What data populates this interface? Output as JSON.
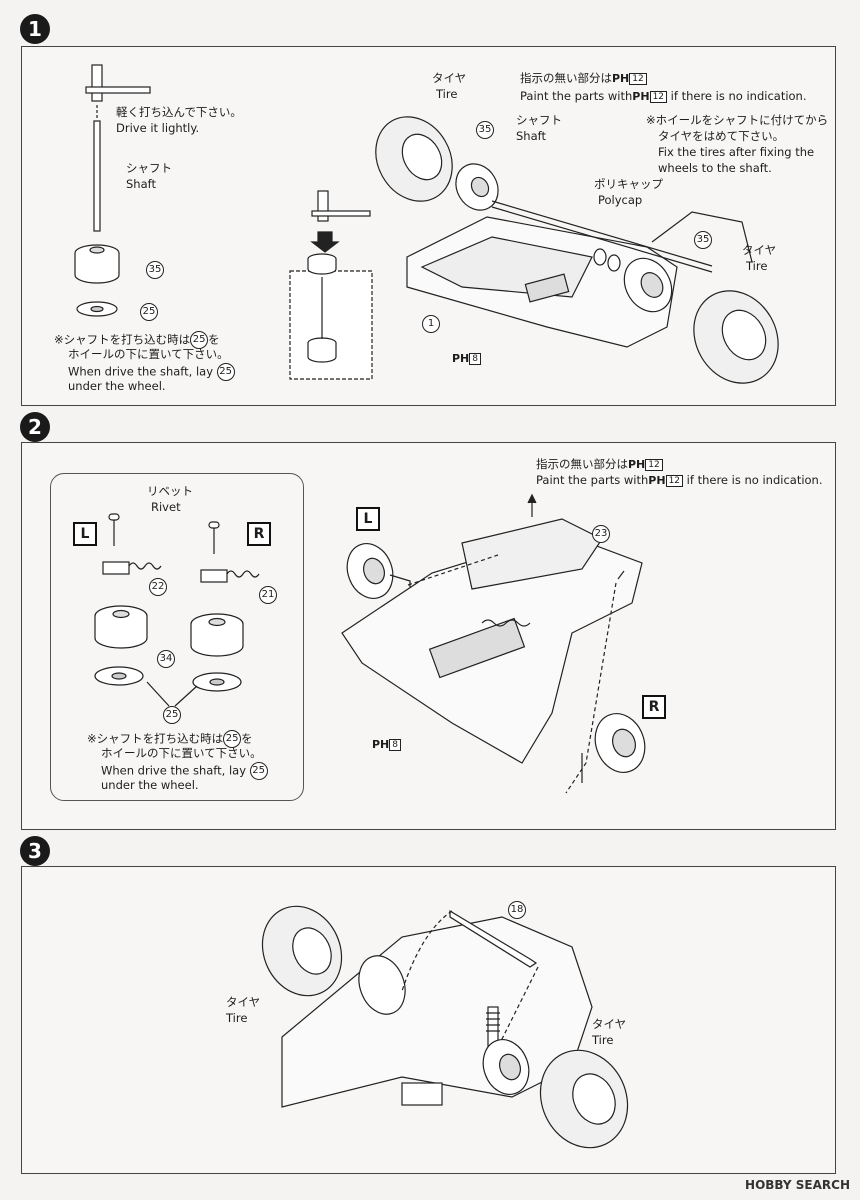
{
  "steps": [
    {
      "number": "1"
    },
    {
      "number": "2"
    },
    {
      "number": "3"
    }
  ],
  "step1": {
    "drive_lightly_jp": "軽く打ち込んで下さい。",
    "drive_lightly_en": "Drive it lightly.",
    "shaft_jp": "シャフト",
    "shaft_en": "Shaft",
    "part_35": "35",
    "part_25": "25",
    "part_1": "1",
    "note_jp_1": "※シャフトを打ち込む時は",
    "note_jp_1b": "を",
    "note_jp_2": "ホイールの下に置いて下さい。",
    "note_en_1": "When drive the shaft, lay",
    "note_en_2": "under the wheel.",
    "tire_jp": "タイヤ",
    "tire_en": "Tire",
    "paint_jp_pre": "指示の無い部分は",
    "paint_jp_post": "",
    "paint_en_pre": "Paint the parts with",
    "paint_en_post": "if there is no indication.",
    "color_12": "12",
    "color_8": "8",
    "ph": "PH",
    "fix_jp_1": "※ホイールをシャフトに付けてから",
    "fix_jp_2": "タイヤをはめて下さい。",
    "fix_en_1": "Fix the tires after fixing the",
    "fix_en_2": "wheels to the shaft.",
    "polycap_jp": "ポリキャップ",
    "polycap_en": "Polycap"
  },
  "step2": {
    "rivet_jp": "リベット",
    "rivet_en": "Rivet",
    "left": "L",
    "right": "R",
    "part_22": "22",
    "part_21": "21",
    "part_34": "34",
    "part_25": "25",
    "part_23": "23",
    "note_jp_1": "※シャフトを打ち込む時は",
    "note_jp_1b": "を",
    "note_jp_2": "ホイールの下に置いて下さい。",
    "note_en_1": "When drive the shaft, lay",
    "note_en_2": "under the wheel.",
    "paint_jp_pre": "指示の無い部分は",
    "paint_en_pre": "Paint the parts with",
    "paint_en_post": "if there is no indication.",
    "color_12": "12",
    "color_8": "8",
    "ph": "PH"
  },
  "step3": {
    "part_18": "18",
    "tire_jp": "タイヤ",
    "tire_en": "Tire"
  },
  "watermark": "HOBBY SEARCH"
}
